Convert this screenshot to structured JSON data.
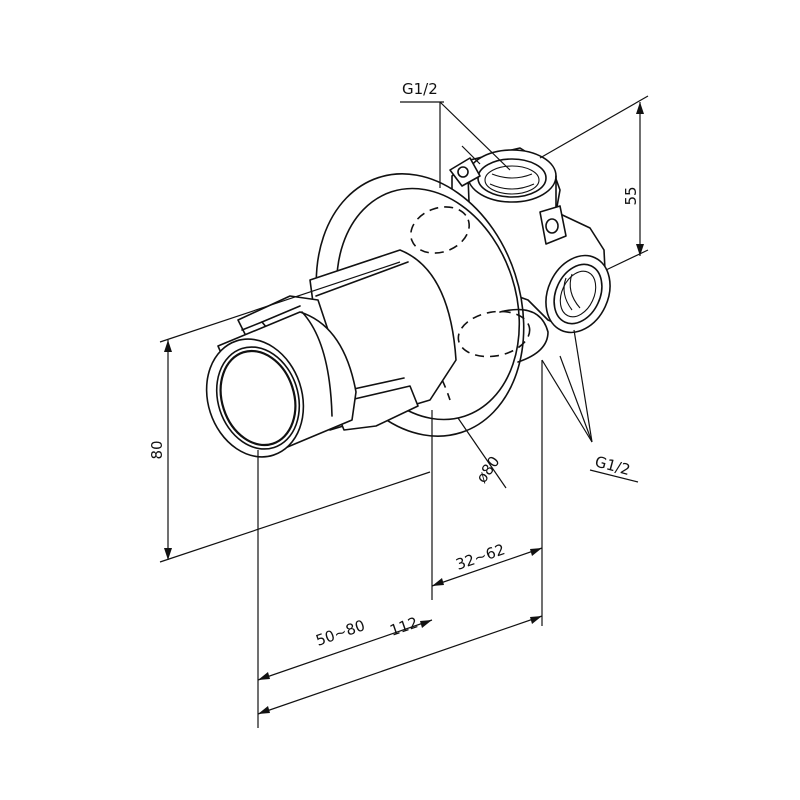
{
  "labels": {
    "top_thread": "G1/2",
    "side_thread": "G1/2",
    "height_right": "55",
    "height_left": "80",
    "flange_diameter": "ø80",
    "depth_range_right": "32~62",
    "depth_range_left": "50~80",
    "overall_length": "112"
  }
}
